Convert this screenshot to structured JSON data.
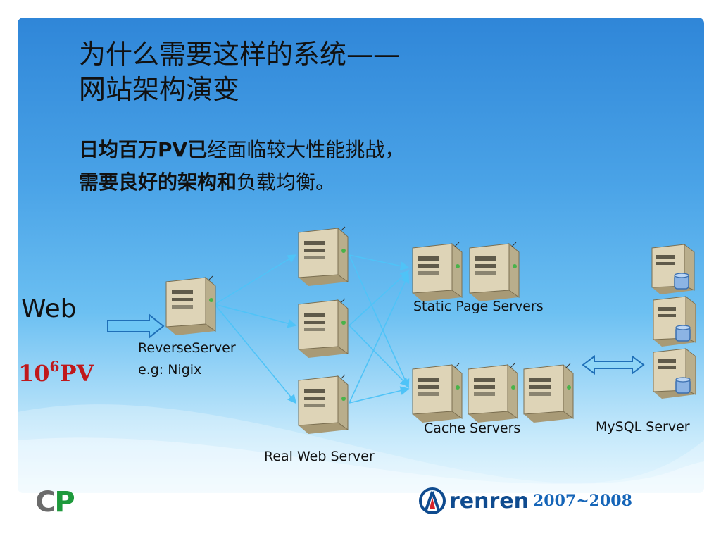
{
  "title": {
    "line1": "为什么需要这样的系统——",
    "line2": "网站架构演变"
  },
  "subtitle": {
    "line1_bold": "日均百万PV已",
    "line1_rest": "经面临较大性能挑战，",
    "line2_bold": "需要良好的架构和",
    "line2_rest": "负载均衡。"
  },
  "diagram": {
    "web_label": "Web",
    "pv_base": "10",
    "pv_exp": "6",
    "pv_unit": "PV",
    "reverse_label_1": "ReverseServer",
    "reverse_label_2": "e.g: Nigix",
    "real_web_label": "Real Web Server",
    "static_label": "Static Page Servers",
    "cache_label": "Cache Servers",
    "mysql_label": "MySQL Server"
  },
  "footer": {
    "cp_c": "C",
    "cp_p": "P",
    "brand": "renren",
    "years": "2007~2008"
  },
  "colors": {
    "accent_blue": "#2f86d8",
    "pv_red": "#c0181b",
    "link_line": "#4fc3f7"
  },
  "icons": [
    "server-icon",
    "database-server-icon",
    "right-arrow-icon",
    "double-arrow-icon",
    "renren-logo-icon"
  ]
}
